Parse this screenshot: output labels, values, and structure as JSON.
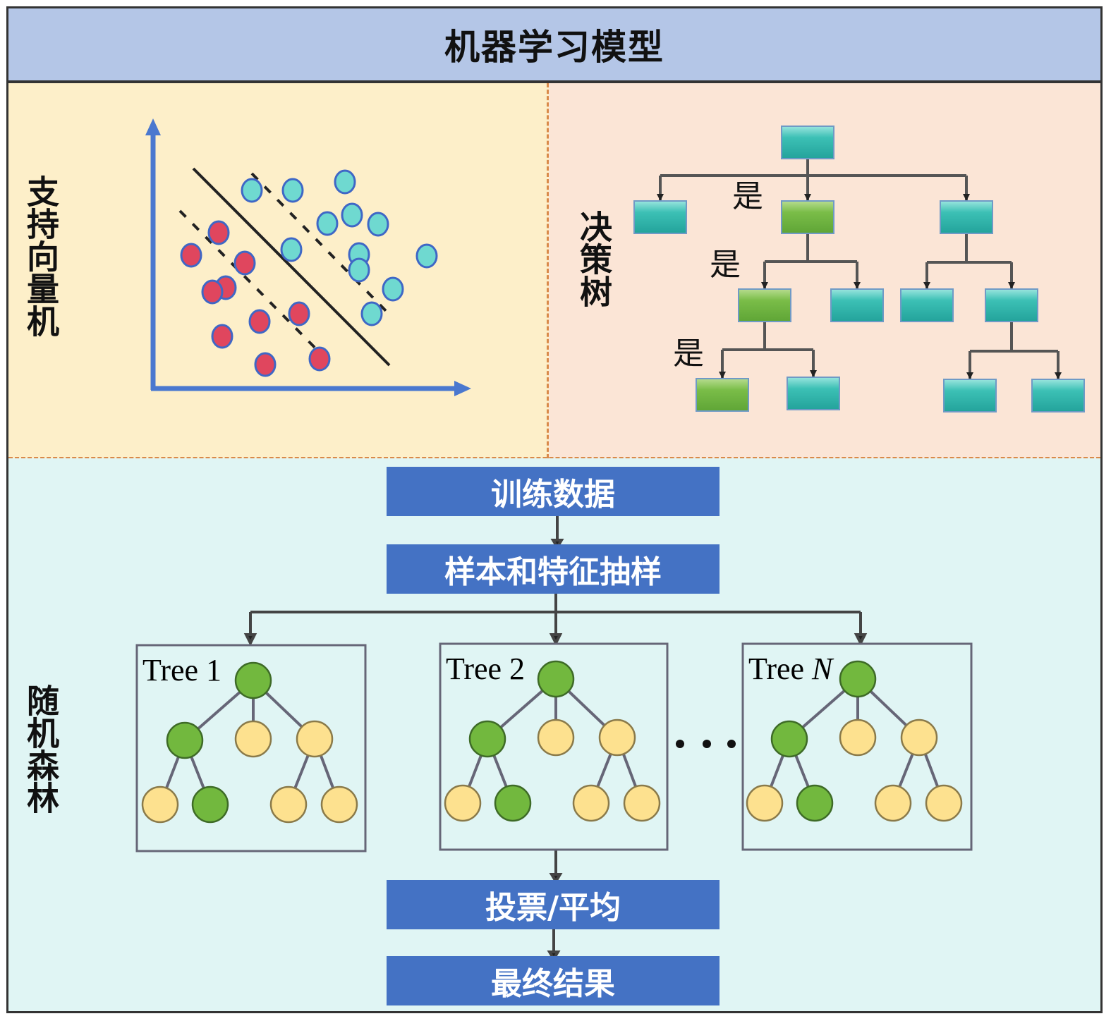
{
  "header": {
    "title": "机器学习模型"
  },
  "svm": {
    "label": "支持向量机",
    "colors": {
      "axis": "#4a78cf",
      "class_a": "#e0465e",
      "class_b": "#6fd9d0",
      "point_stroke": "#3f67c6",
      "line": "#222222"
    }
  },
  "decision_tree": {
    "label": "决策树",
    "yes_label": "是",
    "colors": {
      "teal_node": "#2fb3ab",
      "green_node": "#6cb23f",
      "connector": "#555555"
    }
  },
  "random_forest": {
    "label": "随机森林",
    "steps": {
      "training_data": "训练数据",
      "sampling": "样本和特征抽样",
      "vote": "投票/平均",
      "result": "最终结果"
    },
    "trees": [
      {
        "prefix": "Tree ",
        "index": "1"
      },
      {
        "prefix": "Tree ",
        "index": "2"
      },
      {
        "prefix": "Tree ",
        "index": "N"
      }
    ],
    "ellipsis": "· · ·",
    "colors": {
      "box": "#4472c4",
      "node_green": "#72b83e",
      "node_yellow": "#fde18f"
    }
  }
}
